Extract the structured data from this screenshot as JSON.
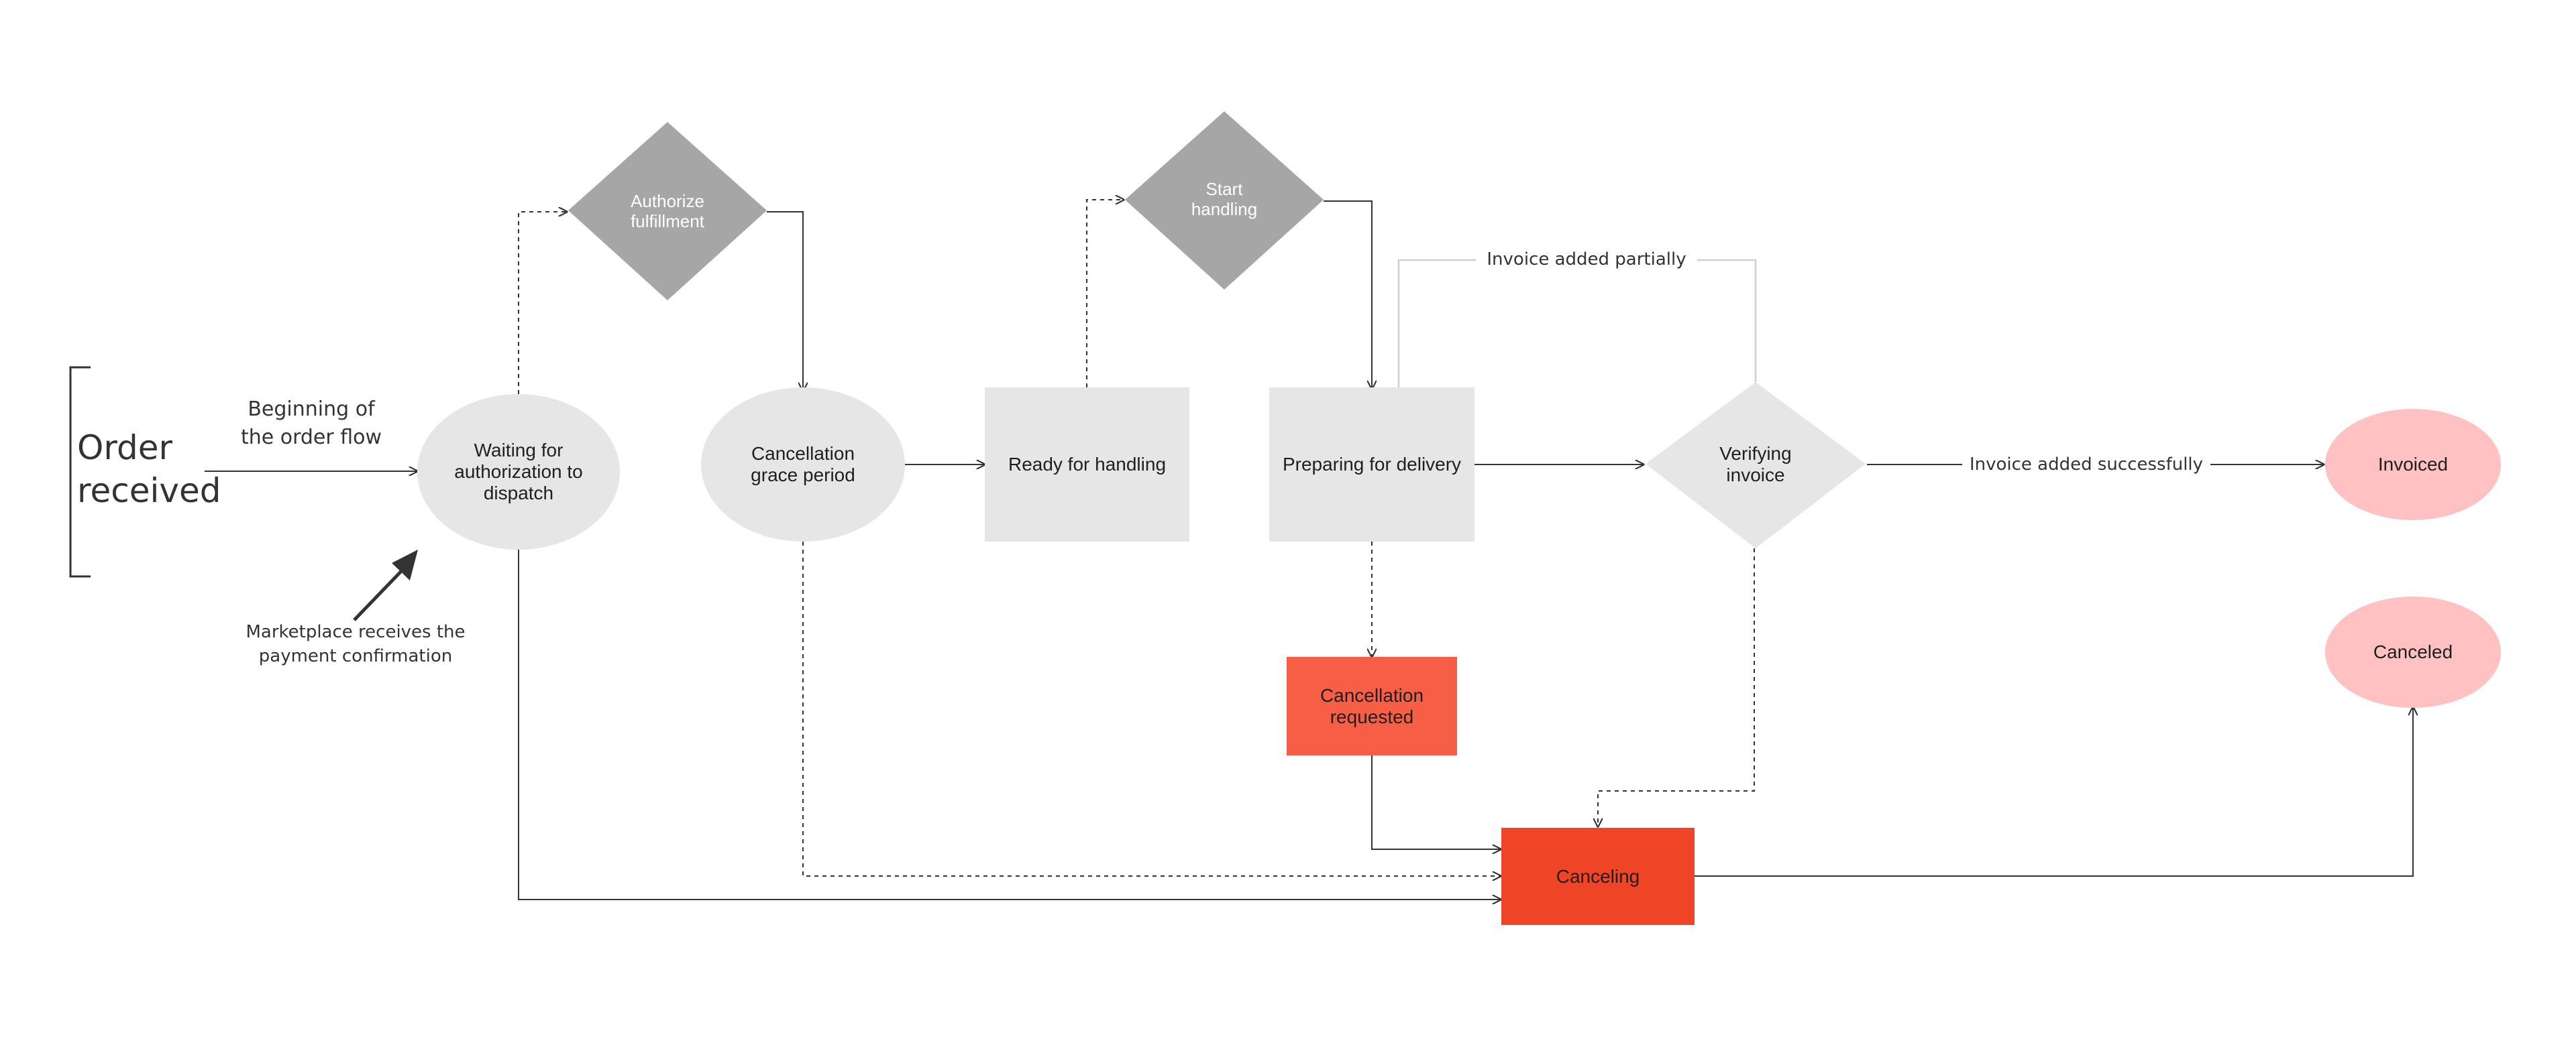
{
  "diagram": {
    "start_label": "Order\nreceived",
    "flow_start_label": "Beginning of\nthe order flow",
    "payment_note": "Marketplace receives the\npayment confirmation",
    "nodes": {
      "waiting": "Waiting for\nauthorization to\ndispatch",
      "authorize": "Authorize\nfulfillment",
      "grace": "Cancellation\ngrace period",
      "ready": "Ready for handling",
      "start_handling": "Start\nhandling",
      "preparing": "Preparing for delivery",
      "verifying": "Verifying\ninvoice",
      "invoiced": "Invoiced",
      "canceled": "Canceled",
      "cancel_requested": "Cancellation\nrequested",
      "canceling": "Canceling"
    },
    "edges": {
      "invoice_partial": "Invoice added partially",
      "invoice_success": "Invoice added successfully"
    },
    "colors": {
      "light_node": "#e6e6e6",
      "grey_decision": "#a6a6a6",
      "final_state": "#ffc1c1",
      "cancel_requested": "#f65e45",
      "canceling": "#f04427",
      "connector": "#333333"
    }
  }
}
